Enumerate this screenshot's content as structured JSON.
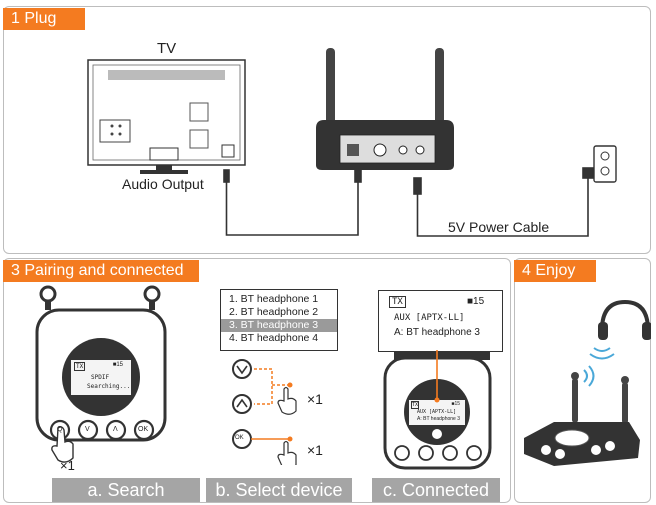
{
  "step1": {
    "tag": "1  Plug",
    "tv_label": "TV",
    "audio_output": "Audio Output",
    "power_cable": "5V Power Cable"
  },
  "step3": {
    "tag": "3 Pairing and connected",
    "search_screen": {
      "tx": "TX",
      "vol": "15",
      "line1": "SPDIF",
      "line2": "Searching..."
    },
    "buttons": [
      "Q",
      "V",
      "Λ",
      "OK"
    ],
    "times1": "×1",
    "device_list": [
      "1. BT headphone 1",
      "2. BT headphone 2",
      "3. BT headphone 3",
      "4. BT headphone 4"
    ],
    "selected_index": 2,
    "select_times": "×1",
    "ok_times": "×1",
    "connected_popup": {
      "tx": "TX",
      "vol": "15",
      "line1": "AUX [APTX-LL]",
      "line2": "A: BT headphone 3"
    },
    "connected_screen": {
      "tx": "TX",
      "vol": "15",
      "line1": "AUX [APTX-LL]",
      "line2": "A: BT headphone 3"
    },
    "captions": {
      "a": "a. Search",
      "b": "b. Select device",
      "c": "c. Connected"
    }
  },
  "step4": {
    "tag": "4  Enjoy"
  },
  "colors": {
    "accent": "#f47b20",
    "caption_bg": "#a5a5a5",
    "highlight": "#9a9a9a",
    "bt_wave": "#4aa8d8"
  }
}
